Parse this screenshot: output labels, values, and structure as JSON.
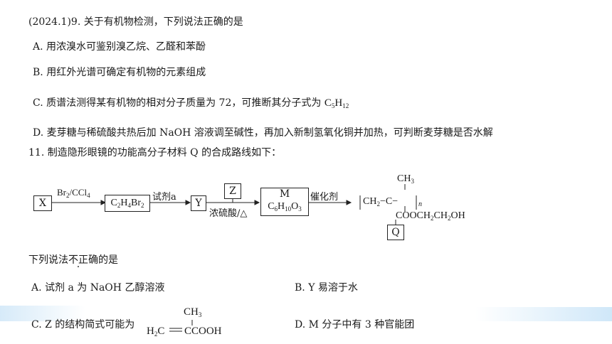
{
  "q9": {
    "stem": "(2024.1)9. 关于有机物检测，下列说法正确的是",
    "a": "A. 用浓溴水可鉴别溴乙烷、乙醛和苯酚",
    "b": "B. 用红外光谱可确定有机物的元素组成",
    "c_text": "C. 质谱法测得某有机物的相对分子质量为 72，可推断其分子式为 ",
    "c_formula": {
      "c": "C",
      "c_n": "5",
      "h": "H",
      "h_n": "12"
    },
    "d": "D. 麦芽糖与稀硫酸共热后加 NaOH 溶液调至碱性，再加入新制氢氧化铜并加热，可判断麦芽糖是否水解"
  },
  "q11": {
    "stem": "11. 制造隐形眼镜的功能高分子材料 Q 的合成路线如下：",
    "scheme": {
      "x": "X",
      "reagent1": {
        "br": "Br",
        "br_n": "2",
        "ccl": "/CCl",
        "ccl_n": "4"
      },
      "c2h4br2": {
        "c": "C",
        "c_n": "2",
        "h": "H",
        "h_n": "4",
        "br": "Br",
        "br_n": "2"
      },
      "reagent2": "试剂a",
      "y": "Y",
      "z": "Z",
      "reagent3": "浓硫酸/△",
      "m": "M",
      "m_formula": {
        "c": "C",
        "c_n": "6",
        "h": "H",
        "h_n": "10",
        "o": "O",
        "o_n": "3"
      },
      "catalyst": "催化剂",
      "polymer_ch3": "CH",
      "polymer_ch3_n": "3",
      "polymer_chain": "CH",
      "polymer_chain_n": "2",
      "polymer_c": "C",
      "polymer_n": "n",
      "polymer_ester": "COOCH",
      "polymer_ester_n1": "2",
      "polymer_ester_mid": "CH",
      "polymer_ester_n2": "2",
      "polymer_ester_end": "OH",
      "q": "Q"
    },
    "ask_prefix": "下列说法",
    "ask_emph": "不正",
    "ask_suffix": "确的是",
    "a": "A. 试剂 a 为 NaOH 乙醇溶液",
    "b": "B. Y 易溶于水",
    "c_text": "C. Z 的结构简式可能为",
    "c_ch3": "CH",
    "c_ch3_n": "3",
    "c_h2c": "H",
    "c_h2c_n": "2",
    "c_rest": "C",
    "c_cooh": "CCOOH",
    "d": "D. M 分子中有 3 种官能团"
  }
}
